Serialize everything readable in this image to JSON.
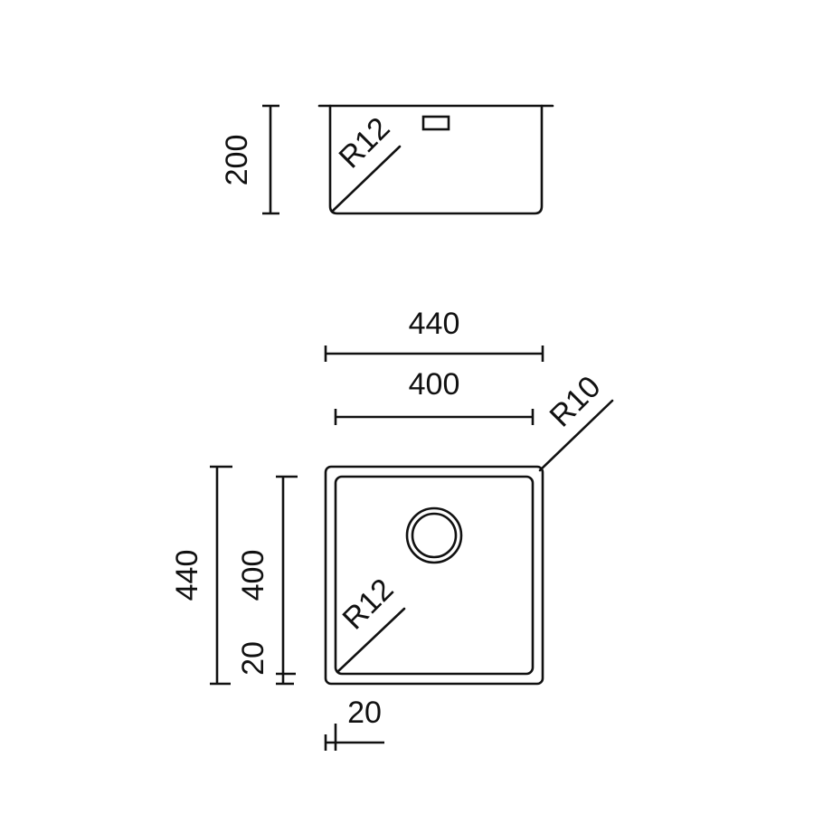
{
  "top_view": {
    "depth_label": "200",
    "radius_label": "R12"
  },
  "plan_view": {
    "outer_width_label": "440",
    "inner_width_label": "400",
    "outer_height_label": "440",
    "inner_height_label": "400",
    "rim_height_label": "20",
    "rim_width_label": "20",
    "corner_radius_outer_label": "R10",
    "corner_radius_inner_label": "R12"
  },
  "colors": {
    "line": "#111111",
    "background": "#ffffff"
  }
}
